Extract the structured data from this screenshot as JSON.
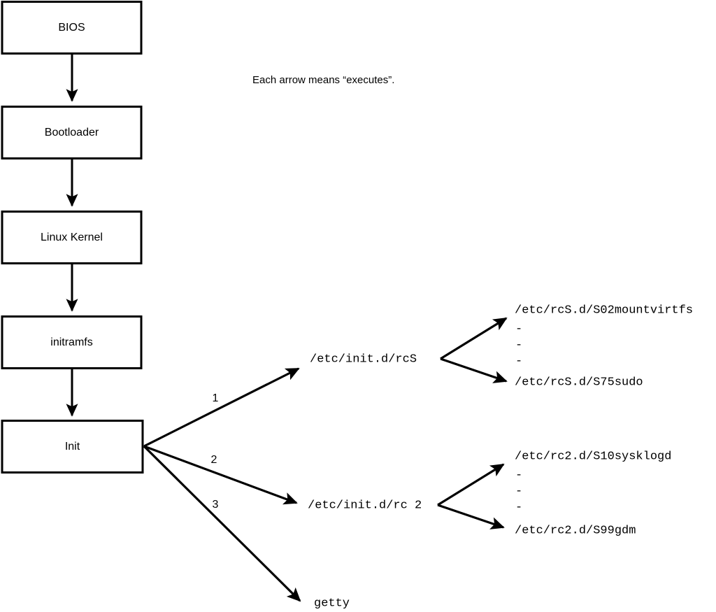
{
  "diagram": {
    "note": "Each arrow means “executes”.",
    "boot_chain": [
      {
        "label": "BIOS"
      },
      {
        "label": "Bootloader"
      },
      {
        "label": "Linux Kernel"
      },
      {
        "label": "initramfs"
      },
      {
        "label": "Init"
      }
    ],
    "init_branches": [
      {
        "number": "1",
        "target": "/etc/init.d/rcS"
      },
      {
        "number": "2",
        "target": "/etc/init.d/rc 2"
      },
      {
        "number": "3",
        "target": "getty"
      }
    ],
    "rcs_scripts": {
      "first": "/etc/rcS.d/S02mountvirtfs",
      "ellipsis": [
        "-",
        "-",
        "-"
      ],
      "last": "/etc/rcS.d/S75sudo"
    },
    "rc2_scripts": {
      "first": "/etc/rc2.d/S10sysklogd",
      "ellipsis": [
        "-",
        "-",
        "-"
      ],
      "last": "/etc/rc2.d/S99gdm"
    },
    "colors": {
      "stroke": "#000000",
      "fill": "#ffffff",
      "background": "#ffffff"
    }
  }
}
